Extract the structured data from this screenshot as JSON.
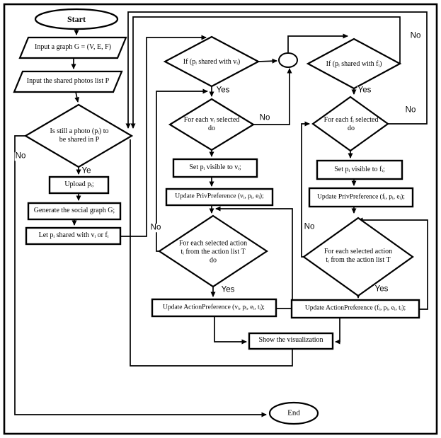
{
  "nodes": {
    "start": "Start",
    "input_graph": "Input a graph G = (V, E, F)",
    "input_photos": "Input the shared photos list P",
    "photo_loop": "Is still a photo (pᵢ) to be shared in P",
    "upload": "Upload pᵢ;",
    "generate": "Generate the social graph G;",
    "let_shared": "Let pᵢ shared with vᵢ or fᵢ",
    "if_shared_v": "If (pᵢ shared with vᵢ)",
    "for_each_v": "For each vᵢ selected do",
    "set_visible_v": "Set pᵢ visible to vᵢ;",
    "update_priv_v": "Update PrivPreference (vᵢ, pᵢ, eᵢ);",
    "action_loop_v": "For each selected action tᵢ from the action list T do",
    "update_action_v": "Update ActionPreference (vᵢ, pᵢ, eᵢ, tᵢ);",
    "if_shared_f": "If (pᵢ shared with fᵢ)",
    "for_each_f": "For each fᵢ selected do",
    "set_visible_f": "Set pᵢ visible to fᵢ;",
    "update_priv_f": "Update PrivPreference (fᵢ, pᵢ, eᵢ);",
    "action_loop_f": "For each selected action tᵢ from the action list T",
    "update_action_f": "Update ActionPreference (fᵢ, pᵢ, eᵢ, tᵢ);",
    "show_viz": "Show the visualization",
    "end": "End"
  },
  "edge_labels": {
    "photo_yes": "Ye",
    "photo_no": "No",
    "if_v_yes": "Yes",
    "for_v_no": "No",
    "action_v_no": "No",
    "action_v_yes": "Yes",
    "if_f_yes": "Yes",
    "if_f_no": "No",
    "for_f_no": "No",
    "action_f_no": "No",
    "action_f_yes": "Yes"
  },
  "colors": {
    "line": "#000000",
    "background": "#ffffff"
  }
}
